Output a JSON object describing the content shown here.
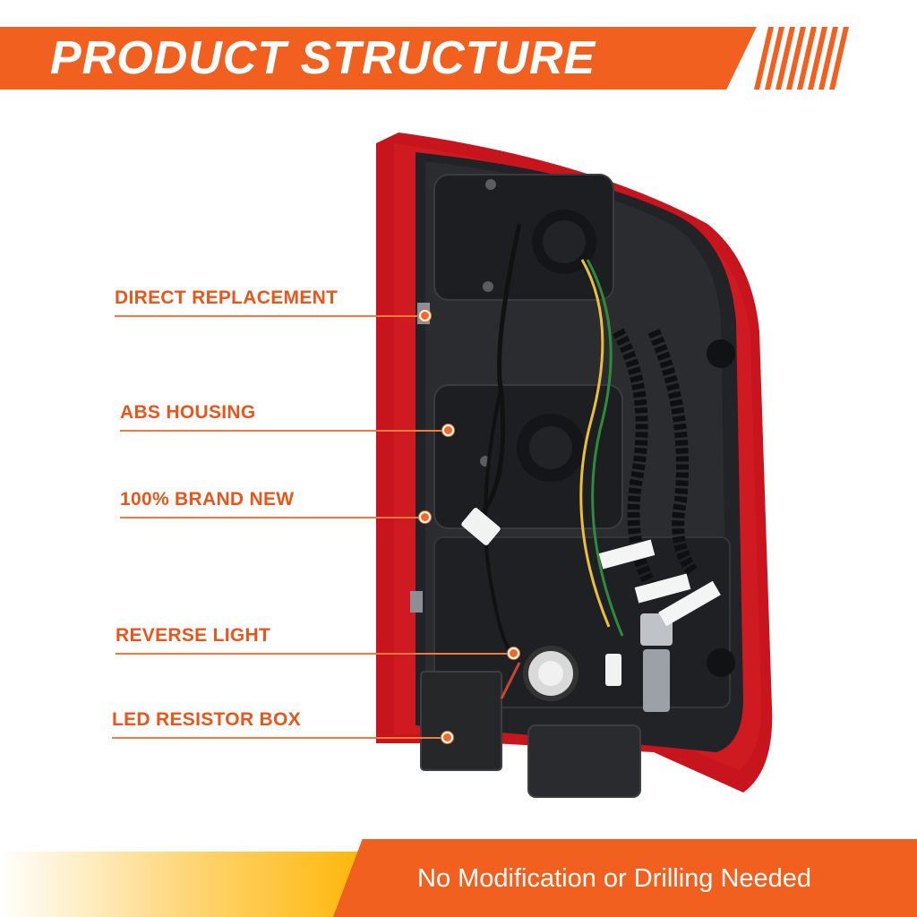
{
  "header": {
    "title": "PRODUCT STRUCTURE"
  },
  "features": [
    {
      "label": "DIRECT REPLACEMENT"
    },
    {
      "label": "ABS HOUSING"
    },
    {
      "label": "100% BRAND NEW"
    },
    {
      "label": "REVERSE LIGHT"
    },
    {
      "label": "LED RESISTOR BOX"
    }
  ],
  "footer": {
    "text": "No Modification or Drilling Needed"
  },
  "colors": {
    "accent": "#f2601f",
    "accent_yellow": "#ffb400",
    "label_text": "#e8561c",
    "housing_red": "#c8141c"
  }
}
